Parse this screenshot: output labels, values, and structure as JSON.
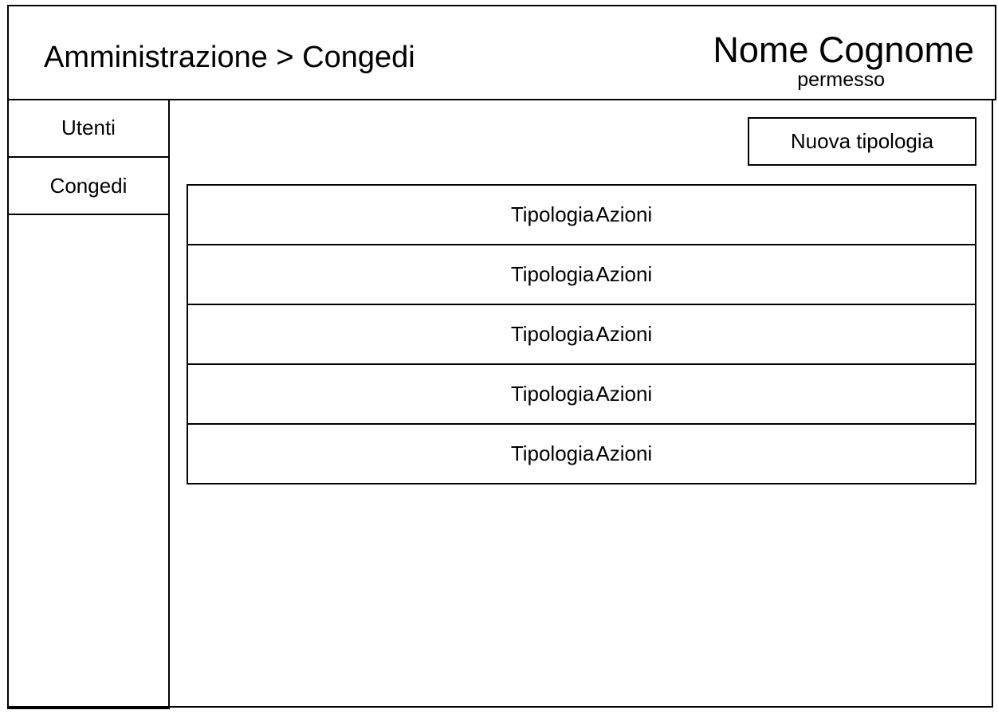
{
  "header": {
    "breadcrumb": "Amministrazione > Congedi",
    "user_name": "Nome Cognome",
    "user_role": "permesso"
  },
  "sidebar": {
    "items": [
      {
        "label": "Utenti"
      },
      {
        "label": "Congedi"
      }
    ]
  },
  "toolbar": {
    "new_type_label": "Nuova tipologia"
  },
  "table": {
    "rows": [
      {
        "type": "Tipologia",
        "actions": "Azioni"
      },
      {
        "type": "Tipologia",
        "actions": "Azioni"
      },
      {
        "type": "Tipologia",
        "actions": "Azioni"
      },
      {
        "type": "Tipologia",
        "actions": "Azioni"
      },
      {
        "type": "Tipologia",
        "actions": "Azioni"
      }
    ]
  }
}
